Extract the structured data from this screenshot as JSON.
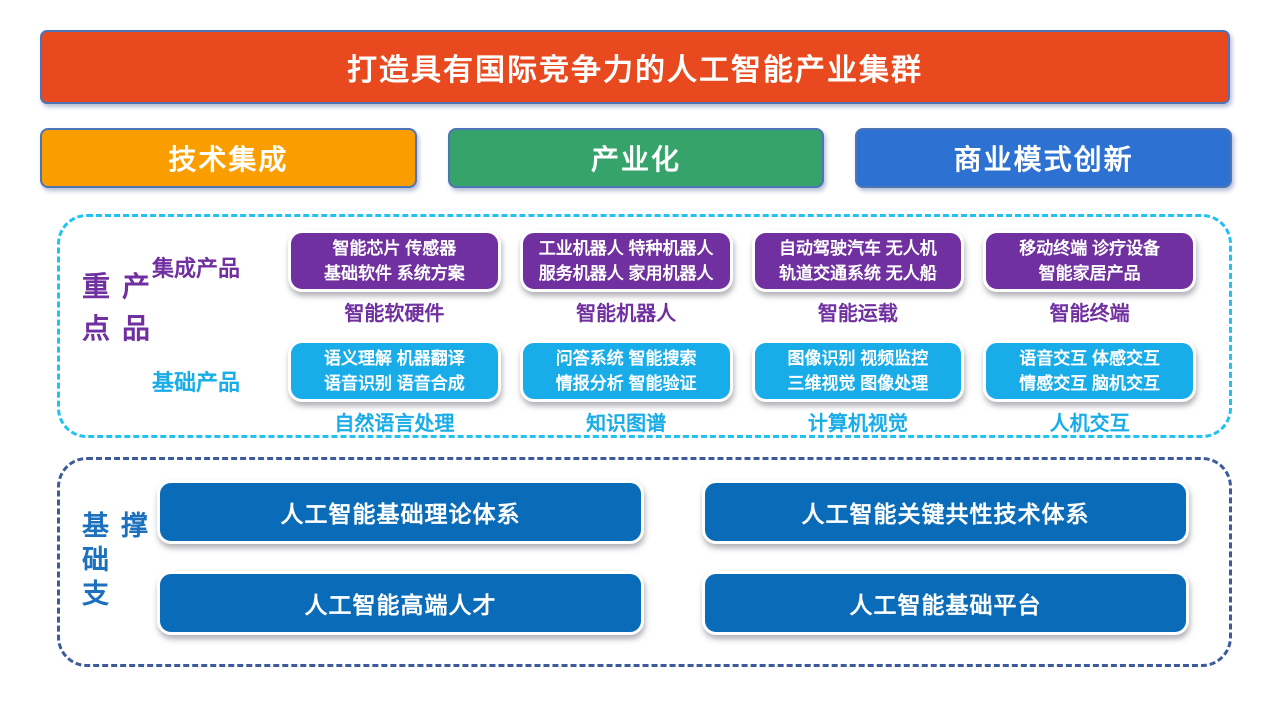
{
  "banner": {
    "title": "打造具有国际竞争力的人工智能产业集群"
  },
  "pillars": [
    {
      "label": "技术集成",
      "color": "#FA9E00"
    },
    {
      "label": "产业化",
      "color": "#36A36B"
    },
    {
      "label": "商业模式创新",
      "color": "#2D71D2"
    }
  ],
  "key_products": {
    "section_label": "重点产品",
    "row_labels": [
      {
        "label": "集成产品",
        "color": "#7030A0"
      },
      {
        "label": "基础产品",
        "color": "#18ACE8"
      }
    ],
    "integrated": [
      {
        "lines": [
          "智能芯片 传感器",
          "基础软件 系统方案"
        ],
        "caption": "智能软硬件"
      },
      {
        "lines": [
          "工业机器人 特种机器人",
          "服务机器人 家用机器人"
        ],
        "caption": "智能机器人"
      },
      {
        "lines": [
          "自动驾驶汽车 无人机",
          "轨道交通系统 无人船"
        ],
        "caption": "智能运载"
      },
      {
        "lines": [
          "移动终端 诊疗设备",
          "智能家居产品"
        ],
        "caption": "智能终端"
      }
    ],
    "basic": [
      {
        "lines": [
          "语义理解 机器翻译",
          "语音识别 语音合成"
        ],
        "caption": "自然语言处理"
      },
      {
        "lines": [
          "问答系统 智能搜索",
          "情报分析 智能验证"
        ],
        "caption": "知识图谱"
      },
      {
        "lines": [
          "图像识别 视频监控",
          "三维视觉 图像处理"
        ],
        "caption": "计算机视觉"
      },
      {
        "lines": [
          "语音交互 体感交互",
          "情感交互 脑机交互"
        ],
        "caption": "人机交互"
      }
    ],
    "box_color": "#7030A0",
    "basic_box_color": "#18ACE8",
    "border_color": "#22C1F2"
  },
  "foundation": {
    "section_label": "基础支撑",
    "items": [
      "人工智能基础理论体系",
      "人工智能关键共性技术体系",
      "人工智能高端人才",
      "人工智能基础平台"
    ],
    "bar_color": "#0A6CB8",
    "border_color": "#3D5A9B"
  }
}
